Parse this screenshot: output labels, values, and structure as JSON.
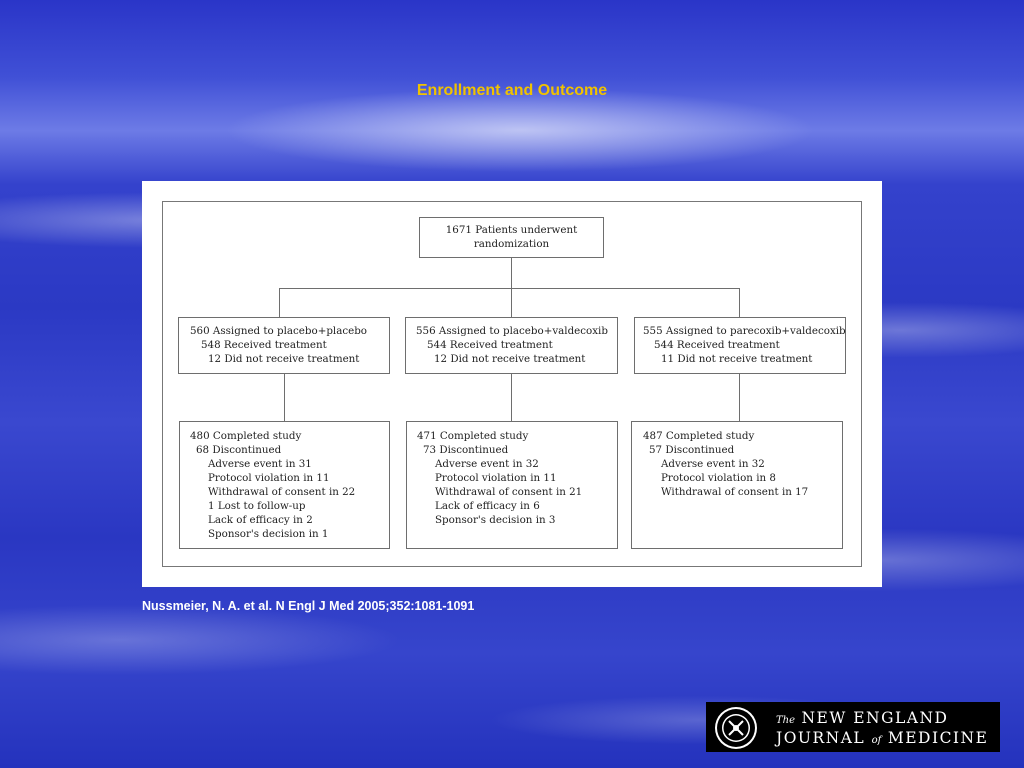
{
  "slide": {
    "title": "Enrollment and Outcome",
    "citation": "Nussmeier, N. A. et al. N Engl J Med 2005;352:1081-1091"
  },
  "flowchart": {
    "root": {
      "line1": "1671 Patients underwent",
      "line2": "randomization"
    },
    "arms": [
      {
        "assigned": "560 Assigned to placebo+placebo",
        "received": "548 Received treatment",
        "not_received": "12 Did not receive treatment",
        "completed": "480 Completed study",
        "discontinued": "68 Discontinued",
        "reasons": [
          "Adverse event in 31",
          "Protocol violation in 11",
          "Withdrawal of consent in 22",
          "1 Lost to follow-up",
          "Lack of efficacy in 2",
          "Sponsor's decision in 1"
        ]
      },
      {
        "assigned": "556 Assigned to placebo+valdecoxib",
        "received": "544 Received treatment",
        "not_received": "12 Did not receive treatment",
        "completed": "471 Completed study",
        "discontinued": "73 Discontinued",
        "reasons": [
          "Adverse event in 32",
          "Protocol violation in 11",
          "Withdrawal of consent in 21",
          "Lack of efficacy in 6",
          "Sponsor's decision in 3"
        ]
      },
      {
        "assigned": "555 Assigned to parecoxib+valdecoxib",
        "received": "544 Received treatment",
        "not_received": "11 Did not receive treatment",
        "completed": "487 Completed study",
        "discontinued": "57 Discontinued",
        "reasons": [
          "Adverse event in 32",
          "Protocol violation in 8",
          "Withdrawal of consent in 17"
        ]
      }
    ]
  },
  "logo": {
    "the": "The",
    "line1": "NEW ENGLAND",
    "journal": "JOURNAL",
    "of": "of",
    "medicine": "MEDICINE"
  },
  "colors": {
    "title": "#f0c200",
    "background": "#2b39c4"
  }
}
